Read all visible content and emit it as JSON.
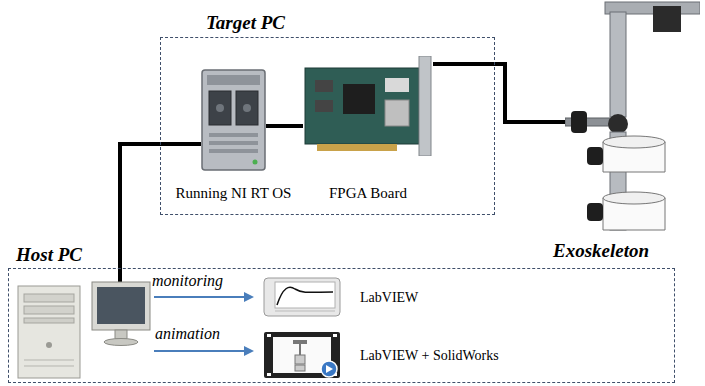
{
  "diagram": {
    "nodes": [
      {
        "text": [
          "Target PC"
        ]
      },
      {
        "text": [
          "Running NI RT OS"
        ],
        "in": 0
      },
      {
        "text": [
          "FPGA Board"
        ],
        "in": 0
      },
      {
        "text": [
          "Host PC"
        ]
      },
      {
        "text": [
          "LabVIEW"
        ],
        "in": 3
      },
      {
        "text": [
          "LabVIEW + SolidWorks"
        ],
        "in": 3
      },
      {
        "text": [
          "Exoskeleton"
        ]
      }
    ],
    "edges": [
      {
        "from": 3,
        "to": 1,
        "arrow": "none"
      },
      {
        "from": 1,
        "to": 2,
        "arrow": "none"
      },
      {
        "from": 2,
        "to": 6,
        "arrow": "none"
      }
    ],
    "labels": [
      "monitoring",
      "animation"
    ]
  }
}
